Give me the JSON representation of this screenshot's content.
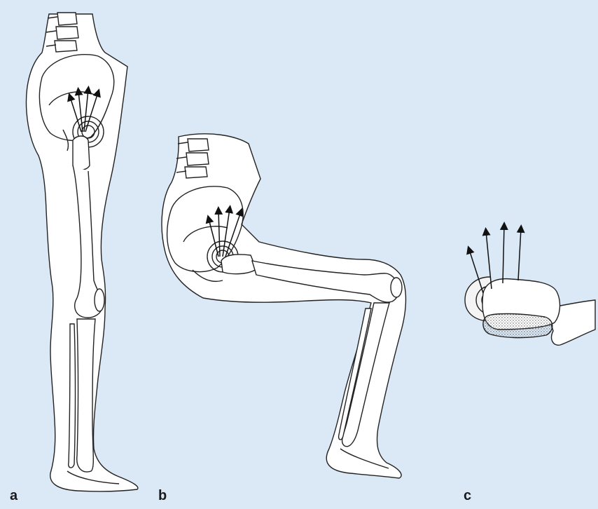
{
  "figure": {
    "background_color": "#dbe8f6",
    "line_color": "#222222",
    "panels": [
      {
        "id": "a",
        "label": "a"
      },
      {
        "id": "b",
        "label": "b"
      },
      {
        "id": "c",
        "label": "c"
      }
    ]
  }
}
